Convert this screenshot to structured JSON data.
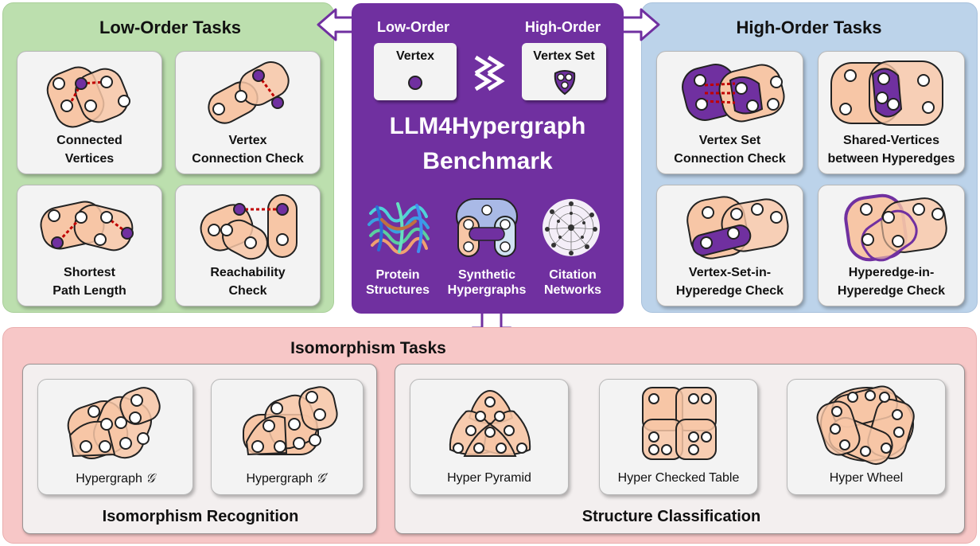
{
  "low": {
    "title": "Low-Order Tasks",
    "tasks": [
      "Connected\nVertices",
      "Vertex\nConnection Check",
      "Shortest\nPath Length",
      "Reachability\nCheck"
    ]
  },
  "high": {
    "title": "High-Order Tasks",
    "tasks": [
      "Vertex Set\nConnection Check",
      "Shared-Vertices\nbetween Hyperedges",
      "Vertex-Set-in-\nHyperedge Check",
      "Hyperedge-in-\nHyperedge Check"
    ]
  },
  "center": {
    "low_label": "Low-Order",
    "high_label": "High-Order",
    "vertex_label": "Vertex",
    "vertex_set_label": "Vertex Set",
    "title_line1": "LLM4Hypergraph",
    "title_line2": "Benchmark",
    "sources": [
      "Protein\nStructures",
      "Synthetic\nHypergraphs",
      "Citation\nNetworks"
    ]
  },
  "iso": {
    "title": "Isomorphism Tasks",
    "recognition": {
      "title": "Isomorphism Recognition",
      "items": [
        {
          "label": "Hypergraph ",
          "symbol": "𝒢"
        },
        {
          "label": "Hypergraph ",
          "symbol": "𝒢′"
        }
      ]
    },
    "classification": {
      "title": "Structure Classification",
      "items": [
        "Hyper Pyramid",
        "Hyper Checked Table",
        "Hyper Wheel"
      ]
    }
  },
  "colors": {
    "low_bg": "#bcdfae",
    "high_bg": "#bcd3ea",
    "center_bg": "#7030a0",
    "iso_bg": "#f7c7c7",
    "hyperedge_fill": "#f7c6a6",
    "vertex_highlight": "#7030a0",
    "edge_dash": "#c00000"
  }
}
